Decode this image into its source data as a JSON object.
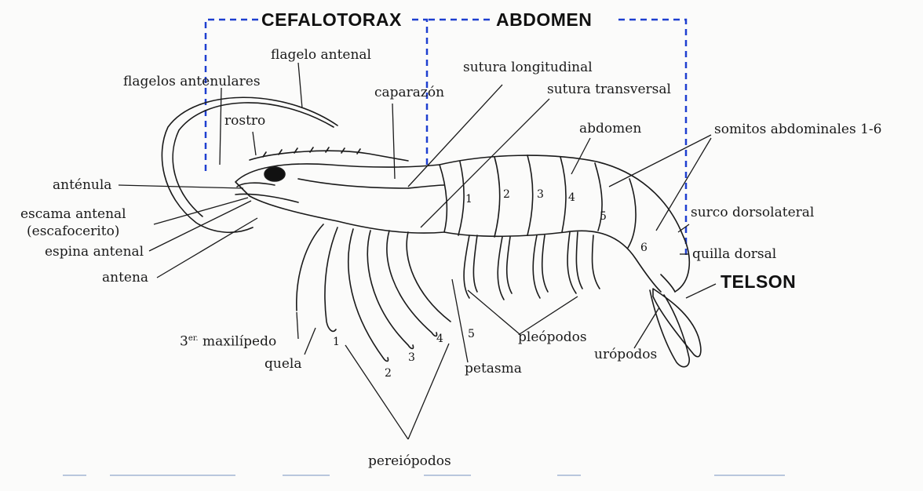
{
  "sections": {
    "cephalothorax": "CEFALOTORAX",
    "abdomen": "ABDOMEN",
    "telson": "TELSON"
  },
  "labels": {
    "flagelo_antenal": "flagelo antenal",
    "flagelos_antenulares": "flagelos antenulares",
    "rostro": "rostro",
    "caparazon": "caparazón",
    "sutura_longitudinal": "sutura longitudinal",
    "sutura_transversal": "sutura transversal",
    "abdomen": "abdomen",
    "somitos": "somitos abdominales 1-6",
    "antenula": "anténula",
    "escama_antenal": "escama antenal",
    "escafocerito": "(escafocerito)",
    "espina_antenal": "espina antenal",
    "antena": "antena",
    "surco_dorsolateral": "surco dorsolateral",
    "quilla_dorsal": "quilla dorsal",
    "maxilipedo_pre": "3",
    "maxilipedo_sup": "er.",
    "maxilipedo": "maxilípedo",
    "quela": "quela",
    "pleopodos": "pleópodos",
    "uropodos": "urópodos",
    "petasma": "petasma",
    "pereiopodos": "pereiópodos"
  },
  "segment_numbers": [
    "1",
    "2",
    "3",
    "4",
    "5",
    "6"
  ],
  "leg_numbers": [
    "1",
    "2",
    "3",
    "4",
    "5"
  ],
  "colors": {
    "section_box": "#1e3fd0",
    "outline": "#1a1a1a",
    "background": "#fbfbfa"
  }
}
